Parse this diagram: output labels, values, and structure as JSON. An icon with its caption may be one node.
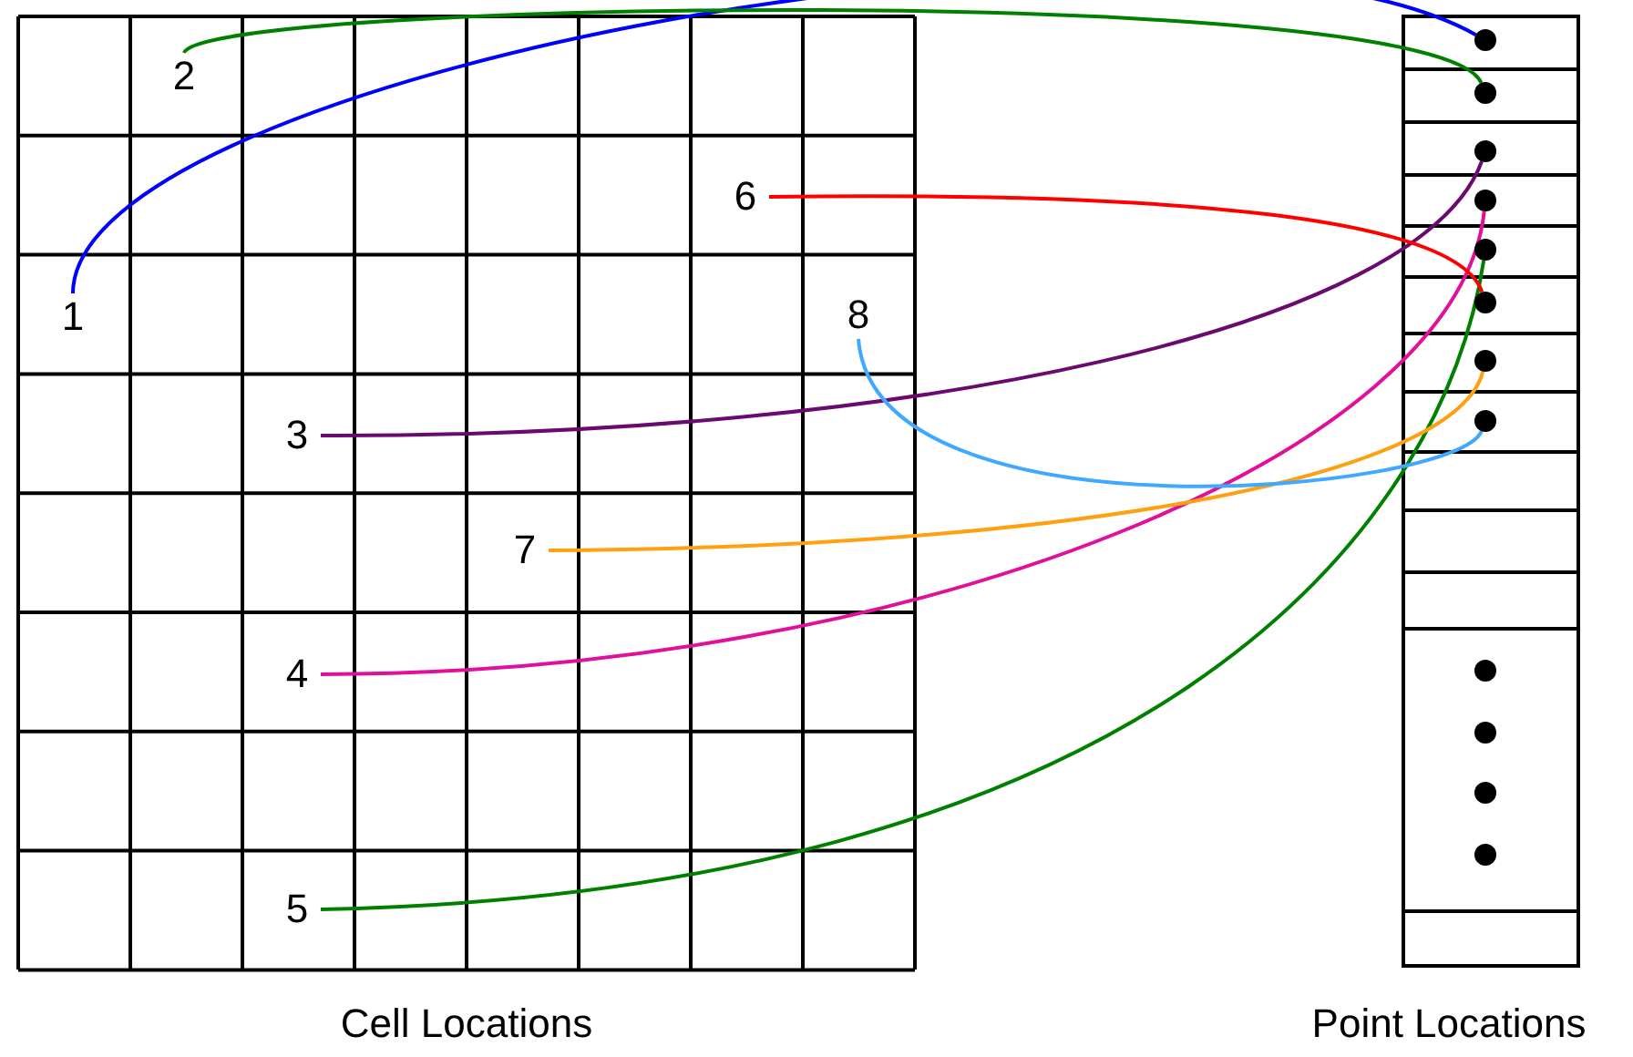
{
  "diagram": {
    "nodes": [
      {
        "text": [
          "1"
        ]
      },
      {
        "text": [
          "2"
        ]
      },
      {
        "text": [
          "3"
        ]
      },
      {
        "text": [
          "4"
        ]
      },
      {
        "text": [
          "5"
        ]
      },
      {
        "text": [
          "6"
        ]
      },
      {
        "text": [
          "7"
        ]
      },
      {
        "text": [
          "8"
        ]
      },
      {
        "text": [],
        "shape": "circle"
      },
      {
        "text": [],
        "shape": "circle"
      },
      {
        "text": [],
        "shape": "circle"
      },
      {
        "text": [],
        "shape": "circle"
      },
      {
        "text": [],
        "shape": "circle"
      },
      {
        "text": [],
        "shape": "circle"
      },
      {
        "text": [],
        "shape": "circle"
      },
      {
        "text": [],
        "shape": "circle"
      }
    ],
    "edges": [
      {
        "from": 0,
        "to": 8,
        "arrow": "none",
        "color": "#0000ff"
      },
      {
        "from": 1,
        "to": 9,
        "arrow": "none",
        "color": "#008000"
      },
      {
        "from": 2,
        "to": 10,
        "arrow": "none",
        "color": "#6a0a6e"
      },
      {
        "from": 3,
        "to": 11,
        "arrow": "none",
        "color": "#e0109a"
      },
      {
        "from": 4,
        "to": 12,
        "arrow": "none",
        "color": "#008000"
      },
      {
        "from": 5,
        "to": 13,
        "arrow": "none",
        "color": "#ff0000"
      },
      {
        "from": 6,
        "to": 14,
        "arrow": "none",
        "color": "#ffa010"
      },
      {
        "from": 7,
        "to": 15,
        "arrow": "none",
        "color": "#40a8ff"
      }
    ],
    "labels": [
      "Cell Locations",
      "Point Locations"
    ]
  }
}
